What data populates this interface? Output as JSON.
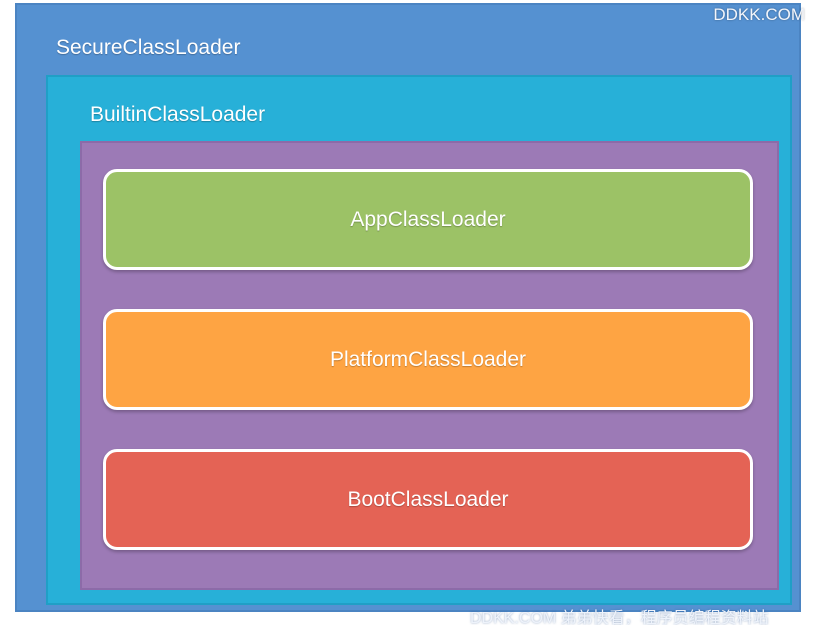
{
  "diagram": {
    "outer": {
      "label": "SecureClassLoader",
      "color": "#5591d1"
    },
    "middle": {
      "label": "BuiltinClassLoader",
      "color": "#27b0d8"
    },
    "inner_color": "#9c7ab6",
    "loaders": [
      {
        "label": "AppClassLoader",
        "color": "#9cc266"
      },
      {
        "label": "PlatformClassLoader",
        "color": "#fea443"
      },
      {
        "label": "BootClassLoader",
        "color": "#e46355"
      }
    ]
  },
  "watermarks": {
    "top": "DDKK.COM",
    "bottom": "DDKK.COM 弟弟快看，程序员编程资料站"
  }
}
